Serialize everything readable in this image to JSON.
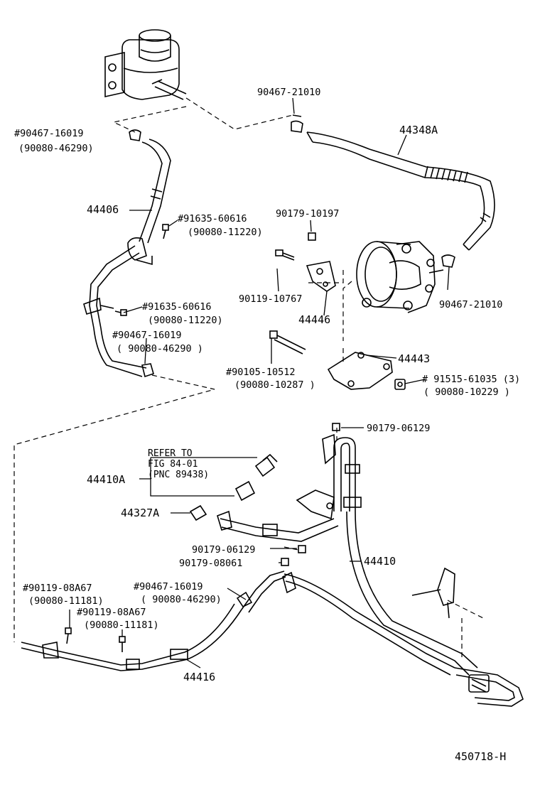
{
  "drawing_id": "450718-H",
  "labels": {
    "l_90467_21010_top": "90467-21010",
    "l_44348A": "44348A",
    "l_90467_16019_a": "#90467-16019",
    "l_90080_46290_a": "(90080-46290)",
    "l_44406": "44406",
    "l_91635_60616_a": "#91635-60616",
    "l_90080_11220_a": "(90080-11220)",
    "l_90179_10197": "90179-10197",
    "l_90119_10767": "90119-10767",
    "l_44446": "44446",
    "l_90467_21010_right": "90467-21010",
    "l_91635_60616_b": "#91635-60616",
    "l_90080_11220_b": "(90080-11220)",
    "l_90467_16019_b": "#90467-16019",
    "l_90080_46290_b": "( 90080-46290 )",
    "l_44443": "44443",
    "l_90105_10512": "#90105-10512",
    "l_90080_10287": "(90080-10287 )",
    "l_91515_61035": "# 91515-61035 (3)",
    "l_90080_10229": "( 90080-10229 )",
    "l_90179_06129_top": "90179-06129",
    "l_refer_to": "REFER TO",
    "l_fig": "FIG 84-01",
    "l_pnc": "(PNC 89438)",
    "l_44410A": "44410A",
    "l_44327A": "44327A",
    "l_90179_06129_mid": "90179-06129",
    "l_90179_08061": "90179-08061",
    "l_44410": "44410",
    "l_90119_08A67_a": "#90119-08A67",
    "l_90080_11181_a": "(90080-11181)",
    "l_90467_16019_c": "#90467-16019",
    "l_90080_46290_c": "( 90080-46290)",
    "l_90119_08A67_b": "#90119-08A67",
    "l_90080_11181_b": "(90080-11181)",
    "l_44416": "44416"
  }
}
